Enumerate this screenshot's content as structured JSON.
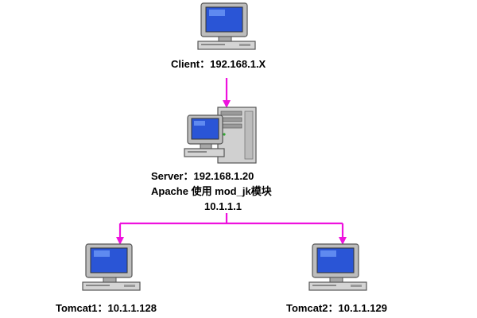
{
  "nodes": {
    "client": {
      "label": "Client：192.168.1.X"
    },
    "server": {
      "line1": "Server：192.168.1.20",
      "line2": "Apache 使用 mod_jk模块",
      "line3": "10.1.1.1"
    },
    "tomcat1": {
      "label": "Tomcat1：10.1.1.128"
    },
    "tomcat2": {
      "label": "Tomcat2：10.1.1.129"
    }
  },
  "colors": {
    "connector": "#ee11dd",
    "screen": "#2a55d6",
    "bezel": "#b8b8b8",
    "case": "#d4d4d4",
    "outline": "#555555"
  },
  "icons": {
    "client": "desktop-computer-icon",
    "server": "server-tower-icon",
    "tomcat1": "desktop-computer-icon",
    "tomcat2": "desktop-computer-icon"
  }
}
